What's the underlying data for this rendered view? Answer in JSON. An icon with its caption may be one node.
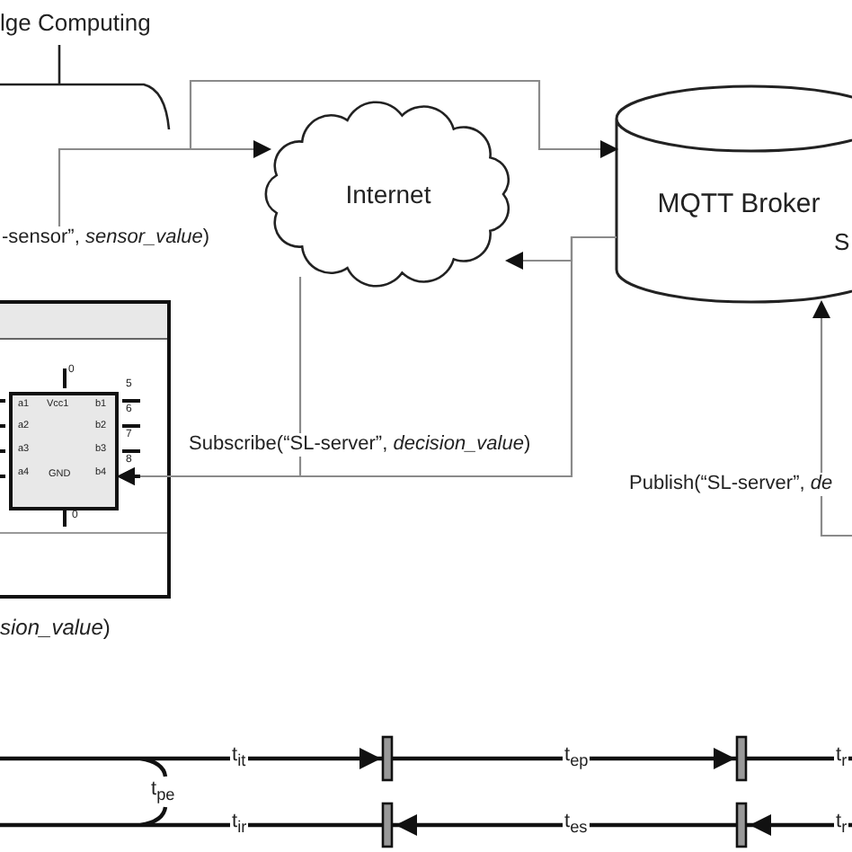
{
  "diagram": {
    "nodes": [
      {
        "text": [
          "Internet"
        ]
      },
      {
        "text": [
          "MQTT Broker"
        ]
      },
      {
        "text": [],
        "shape": "box"
      },
      {
        "text": [],
        "shape": "box",
        "in": 2
      }
    ],
    "edges": [
      {
        "from": null,
        "to": 0,
        "arrow": "to",
        "label": "-sensor”, *sensor_value*)"
      },
      {
        "from": null,
        "to": 1,
        "arrow": "to"
      },
      {
        "from": 1,
        "to": 0,
        "arrow": "to"
      },
      {
        "from": 1,
        "to": 3,
        "arrow": "to",
        "label": "Subscribe(“SL-server”, *decision_value*)"
      },
      {
        "from": 0,
        "to": 3,
        "arrow": "to"
      },
      {
        "from": null,
        "to": 1,
        "arrow": "to",
        "label": "Publish(“SL-server”, *de*"
      }
    ],
    "labels": [
      "lge Computing",
      "S",
      "0",
      "5",
      "a1",
      "Vcc1",
      "b1",
      "6",
      "a2",
      "b2",
      "7",
      "a3",
      "b3",
      "8",
      "a4",
      "GND",
      "b4",
      "0",
      "*sion_value*)",
      "t$_{it}$",
      "t$_{ep}$",
      "t$_{r}$",
      "t$_{pe}$",
      "t$_{ir}$",
      "t$_{es}$",
      "t$_{r}$"
    ]
  }
}
